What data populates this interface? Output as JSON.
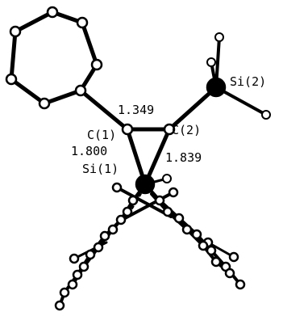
{
  "molecule": {
    "atom_labels": {
      "c1": "C(1)",
      "c2": "C(2)",
      "si1": "Si(1)",
      "si2": "Si(2)"
    },
    "bond_lengths": {
      "c1_c2": "1.349",
      "c1_si1": "1.800",
      "c2_si1": "1.839"
    }
  },
  "colors": {
    "atom_outline": "#000000",
    "atom_fill_carbon": "#ffffff",
    "atom_fill_silicon": "#000000",
    "background": "#ffffff"
  }
}
